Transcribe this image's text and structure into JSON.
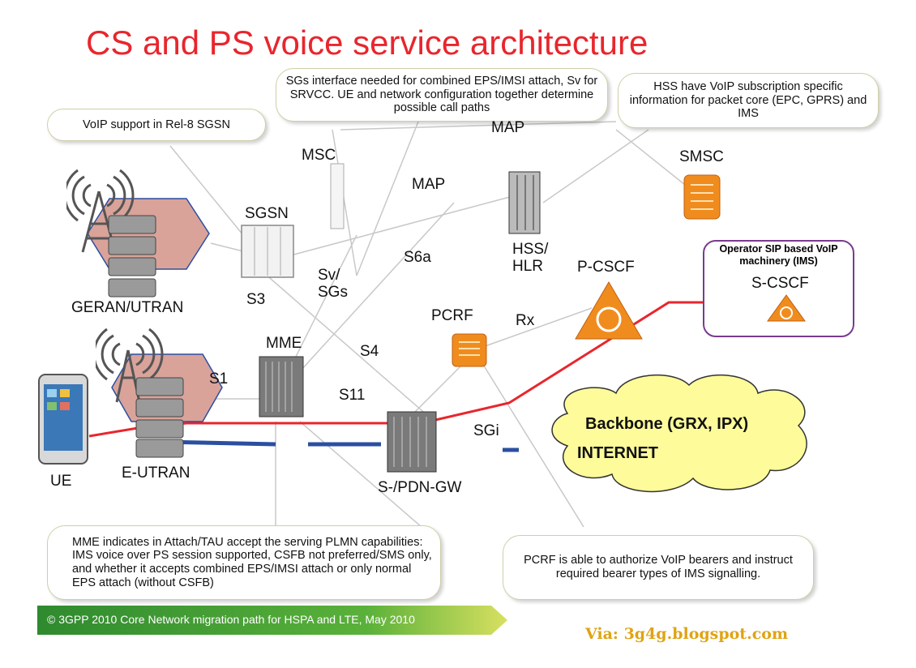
{
  "title": "CS and PS voice service architecture",
  "callouts": {
    "sgs": "SGs interface needed for combined EPS/IMSI attach, Sv for SRVCC. UE and network configuration together determine possible call paths",
    "hss": "HSS have VoIP subscription specific information for packet core (EPC, GPRS) and IMS",
    "voip": "VoIP support in Rel-8 SGSN",
    "mme": "MME indicates in Attach/TAU accept the serving PLMN capabilities: IMS voice over PS session supported, CSFB not preferred/SMS only, and whether it accepts combined EPS/IMSI attach or only normal EPS attach (without CSFB)",
    "pcrf": "PCRF is able to authorize VoIP bearers and instruct required bearer types of IMS signalling."
  },
  "nodes": {
    "geran": "GERAN/UTRAN",
    "eutran": "E-UTRAN",
    "ue": "UE",
    "sgsn": "SGSN",
    "msc": "MSC",
    "mme": "MME",
    "sgw": "S-/PDN-GW",
    "hss": "HSS/ HLR",
    "smsc": "SMSC",
    "pcrf": "PCRF",
    "pcscf": "P-CSCF",
    "scscf": "S-CSCF",
    "ims_box": "Operator SIP based VoIP machinery (IMS)"
  },
  "interfaces": {
    "map_top": "MAP",
    "map": "MAP",
    "s6a": "S6a",
    "svsgs": "Sv/ SGs",
    "s3": "S3",
    "s4": "S4",
    "s1": "S1",
    "s11": "S11",
    "sgi": "SGi",
    "rx": "Rx"
  },
  "cloud": {
    "line1": "Backbone (GRX, IPX)",
    "line2": "INTERNET"
  },
  "footer": "© 3GPP 2010   Core Network migration path for HSPA and LTE, May 2010",
  "via": "Via: 3g4g.blogspot.com",
  "colors": {
    "title": "#e8262d",
    "user_plane": "#e8262d",
    "cs_plane": "#2b4fa0",
    "ims_border": "#7a3a8f",
    "cloud": "#fdfb9a",
    "orange": "#f08c1e",
    "footer_green": "#3a9a3a",
    "via": "#e0a313"
  },
  "icons": [
    "antenna-icon",
    "server-rack-icon",
    "phone-icon",
    "orange-server-icon",
    "warning-triangle-icon",
    "cloud-icon"
  ]
}
